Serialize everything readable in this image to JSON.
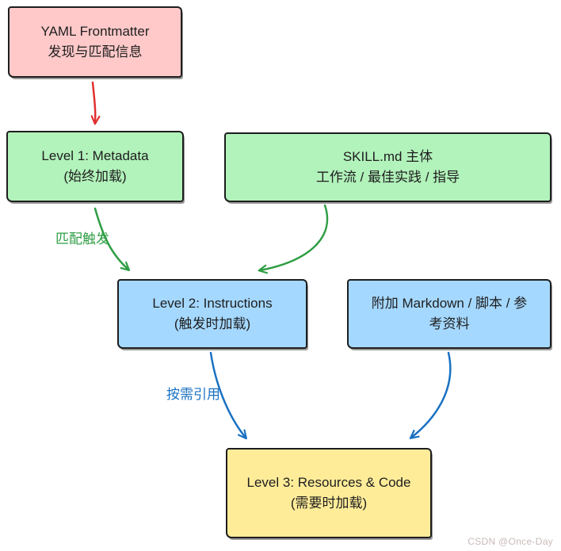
{
  "diagram": {
    "nodes": [
      {
        "id": "yaml-frontmatter",
        "label_lines": [
          "YAML Frontmatter",
          "发现与匹配信息"
        ],
        "color": "#ffc9c9"
      },
      {
        "id": "level1-metadata",
        "label_lines": [
          "Level 1: Metadata",
          "(始终加载)"
        ],
        "color": "#b2f2bb"
      },
      {
        "id": "skill-md-body",
        "label_lines": [
          "SKILL.md 主体",
          "工作流 / 最佳实践 / 指导"
        ],
        "color": "#b2f2bb"
      },
      {
        "id": "level2-instructions",
        "label_lines": [
          "Level 2: Instructions",
          "(触发时加载)"
        ],
        "color": "#a5d8ff"
      },
      {
        "id": "extra-resources",
        "label_lines": [
          "附加 Markdown / 脚本 / 参",
          "考资料"
        ],
        "color": "#a5d8ff"
      },
      {
        "id": "level3-resources-code",
        "label_lines": [
          "Level 3: Resources & Code",
          "(需要时加载)"
        ],
        "color": "#ffec99"
      }
    ],
    "edge_labels": [
      {
        "id": "match-trigger",
        "text": "匹配触发",
        "color": "#2f9e44"
      },
      {
        "id": "on-demand",
        "text": "按需引用",
        "color": "#1971c2"
      }
    ],
    "colors": {
      "red": "#e03131",
      "green": "#2f9e44",
      "blue": "#1971c2",
      "stroke": "#1e1e1e"
    }
  },
  "watermark": {
    "text": "CSDN @Once-Day",
    "color": "#ccb9b9"
  }
}
